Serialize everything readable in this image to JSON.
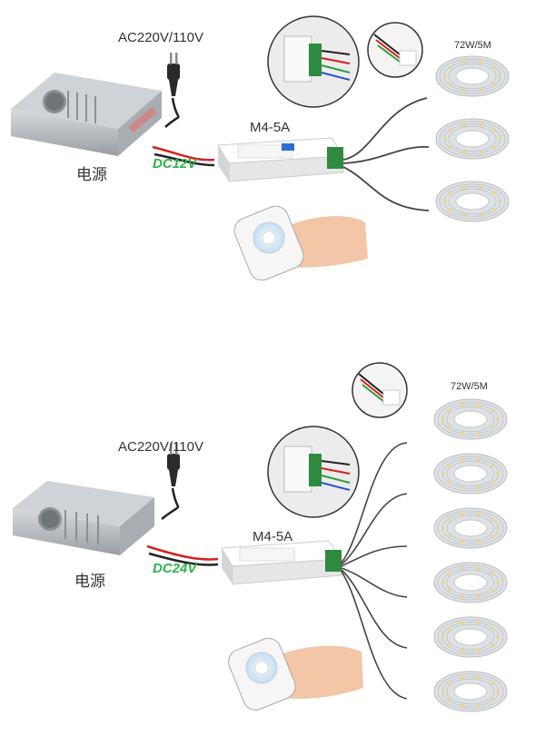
{
  "colors": {
    "dc_label": "#2db34a",
    "wire_black": "#222222",
    "wire_red": "#d62020",
    "wire_green": "#2a9d3a",
    "wire_blue": "#2a4fd1",
    "psu_metal": "#b9bcc0",
    "led_strip": "#e9ecee",
    "controller_body": "#f4f4f4"
  },
  "panels": [
    {
      "ac_label": "AC220V/110V",
      "model_label": "M4-5A",
      "strip_spec_label": "72W/5M",
      "psu_label": "电源",
      "dc_label": "DC12V",
      "strip_count": 3
    },
    {
      "ac_label": "AC220V/110V",
      "model_label": "M4-5A",
      "strip_spec_label": "72W/5M",
      "psu_label": "电源",
      "dc_label": "DC24V",
      "strip_count": 6
    }
  ],
  "icons": {
    "plug": "power-plug-icon",
    "psu": "power-supply-unit",
    "controller": "led-controller",
    "remote": "touch-remote-icon",
    "reel": "led-strip-reel"
  }
}
